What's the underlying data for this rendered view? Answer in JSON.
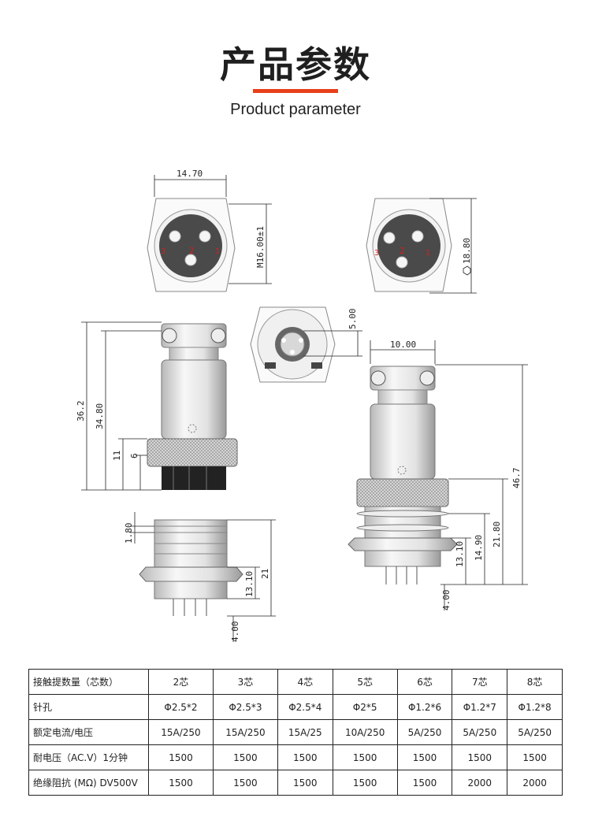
{
  "header": {
    "title": "产品参数",
    "subtitle": "Product parameter"
  },
  "drawing": {
    "dims": {
      "d1": "14.70",
      "d2": "M16.00±1",
      "d3": "18.80",
      "d4": "5.00",
      "d5": "10.00",
      "d6": "36.2",
      "d7": "34.80",
      "d8": "11",
      "d9": "6",
      "d10": "46.7",
      "d11": "21.80",
      "d12": "14.90",
      "d13": "13.10",
      "d14": "4.00",
      "d15": "1.80",
      "d16": "13.10",
      "d17": "21",
      "d18": "4.00"
    },
    "pins": {
      "p1": "3",
      "p2": "2",
      "p3": "1",
      "p4": "3",
      "p5": "2",
      "p6": "1"
    }
  },
  "table": {
    "rows": [
      [
        "接触提数量（芯数）",
        "2芯",
        "3芯",
        "4芯",
        "5芯",
        "6芯",
        "7芯",
        "8芯"
      ],
      [
        "针孔",
        "Φ2.5*2",
        "Φ2.5*3",
        "Φ2.5*4",
        "Φ2*5",
        "Φ1.2*6",
        "Φ1.2*7",
        "Φ1.2*8"
      ],
      [
        "额定电流/电压",
        "15A/250",
        "15A/250",
        "15A/25",
        "10A/250",
        "5A/250",
        "5A/250",
        "5A/250"
      ],
      [
        "耐电压（AC.V）1分钟",
        "1500",
        "1500",
        "1500",
        "1500",
        "1500",
        "1500",
        "1500"
      ],
      [
        "绝缘阻抗 (MΩ) DV500V",
        "1500",
        "1500",
        "1500",
        "1500",
        "1500",
        "2000",
        "2000"
      ]
    ]
  }
}
